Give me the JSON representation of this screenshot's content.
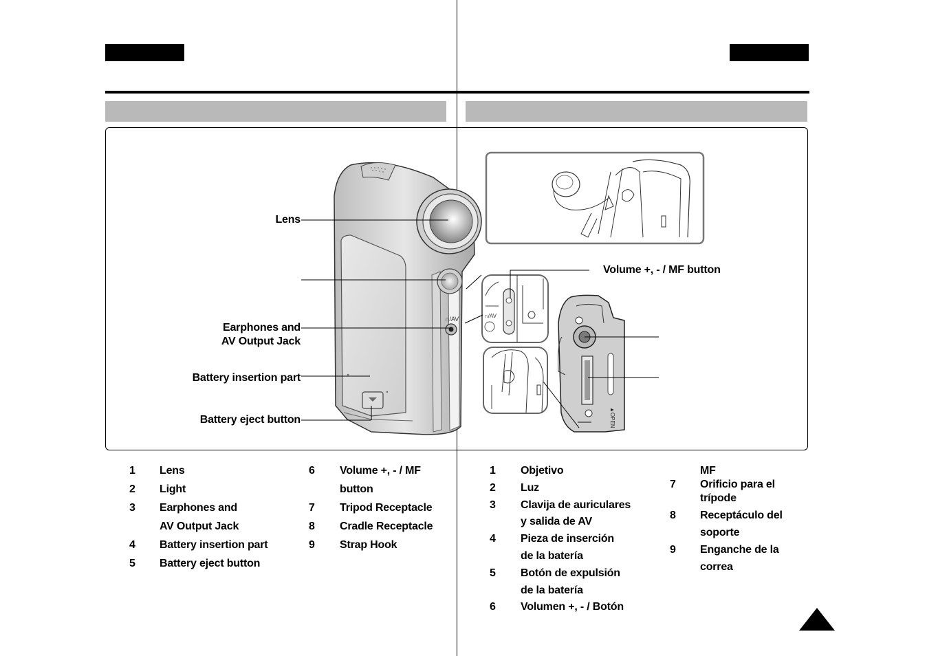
{
  "diagram": {
    "labels": {
      "lens": "Lens",
      "earphones_line1": "Earphones and",
      "earphones_line2": "AV Output Jack",
      "battery_insertion": "Battery insertion part",
      "battery_eject": "Battery eject button",
      "volume": "Volume +, - / MF button"
    },
    "device_marks": {
      "av": "∩/AV",
      "av_small": "∩/AV",
      "open": "▲OPEN"
    }
  },
  "english_list": {
    "col1": [
      {
        "num": "1",
        "lines": [
          "Lens"
        ]
      },
      {
        "num": "2",
        "lines": [
          "Light"
        ]
      },
      {
        "num": "3",
        "lines": [
          "Earphones and",
          "AV Output Jack"
        ]
      },
      {
        "num": "4",
        "lines": [
          "Battery insertion part"
        ]
      },
      {
        "num": "5",
        "lines": [
          "Battery eject button"
        ]
      }
    ],
    "col2": [
      {
        "num": "6",
        "lines": [
          "Volume +, - / MF",
          "button"
        ]
      },
      {
        "num": "7",
        "lines": [
          "Tripod Receptacle"
        ]
      },
      {
        "num": "8",
        "lines": [
          "Cradle Receptacle"
        ]
      },
      {
        "num": "9",
        "lines": [
          "Strap Hook"
        ]
      }
    ]
  },
  "spanish_list": {
    "col1": [
      {
        "num": "1",
        "lines": [
          "Objetivo"
        ]
      },
      {
        "num": "2",
        "lines": [
          "Luz"
        ]
      },
      {
        "num": "3",
        "lines": [
          "Clavija de auriculares",
          "y salida de AV"
        ]
      },
      {
        "num": "4",
        "lines": [
          "Pieza de inserción",
          "de la batería"
        ]
      },
      {
        "num": "5",
        "lines": [
          "Botón de expulsión",
          "de la batería"
        ]
      },
      {
        "num": "6",
        "lines": [
          "Volumen +, - / Botón"
        ]
      }
    ],
    "col2_continuation": "MF",
    "col2": [
      {
        "num": "7",
        "lines": [
          "Orificio para el",
          "trípode"
        ]
      },
      {
        "num": "8",
        "lines": [
          "Receptáculo del",
          "soporte"
        ]
      },
      {
        "num": "9",
        "lines": [
          "Enganche de la",
          "correa"
        ]
      }
    ]
  }
}
